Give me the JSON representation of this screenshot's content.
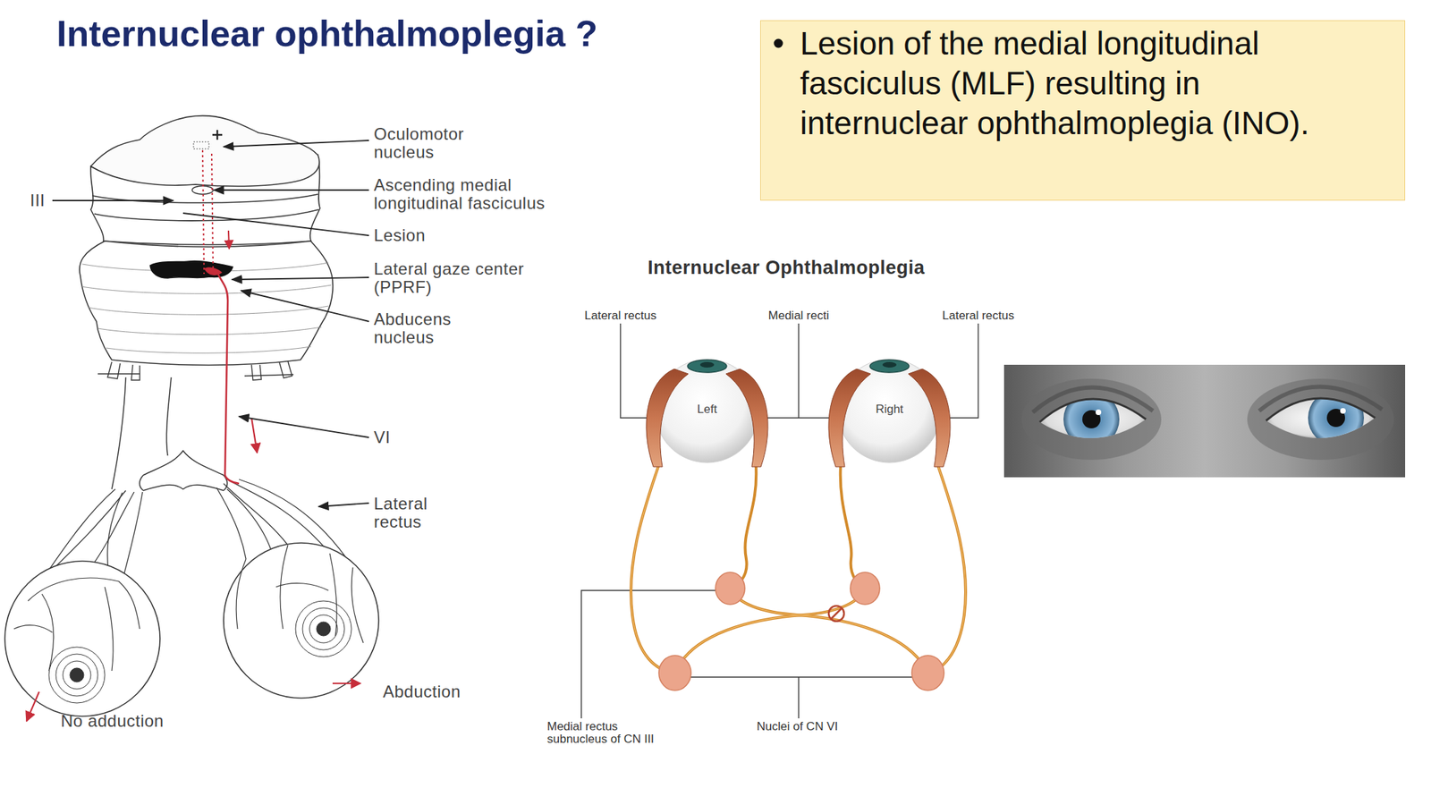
{
  "diagram": {
    "title": "Internuclear ophthalmoplegia ?",
    "nodes": [
      {
        "text": [
          "Lesion of the medial longitudinal fasciculus (MLF) resulting in internuclear ophthalmoplegia (INO)."
        ]
      },
      {
        "text": [
          "Left"
        ]
      },
      {
        "text": [
          "Right"
        ]
      }
    ],
    "labels": [
      "Oculomotor nucleus",
      "III",
      "Ascending medial longitudinal fasciculus",
      "Lesion",
      "Lateral gaze center (PPRF)",
      "Abducens nucleus",
      "VI",
      "Lateral rectus",
      "Abduction",
      "No adduction",
      "Internuclear Ophthalmoplegia",
      "Lateral rectus",
      "Medial recti",
      "Lateral rectus",
      "Medial rectus subnucleus of CN III",
      "Nuclei of CN VI"
    ]
  }
}
